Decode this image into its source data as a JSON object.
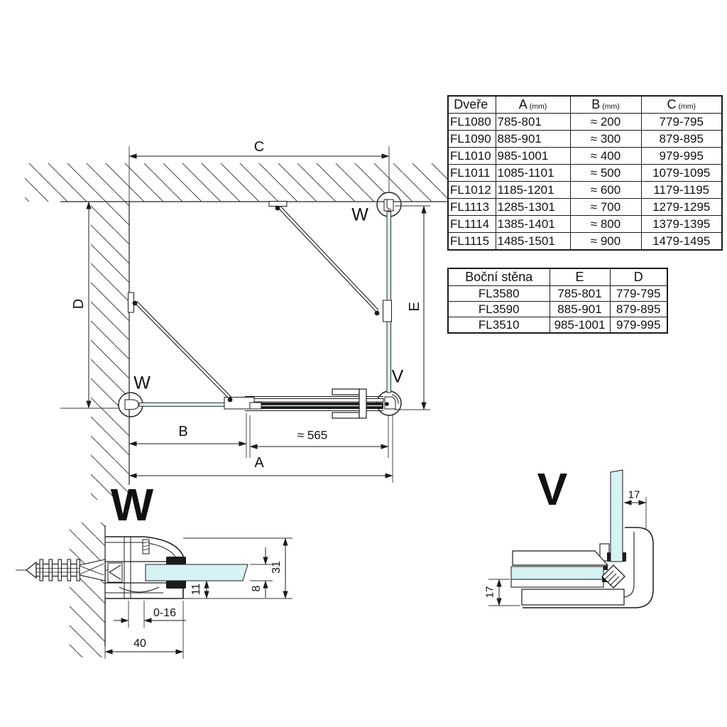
{
  "tables": {
    "doors": {
      "headers": [
        {
          "main": "Dveře",
          "sub": ""
        },
        {
          "main": "A",
          "sub": "(mm)"
        },
        {
          "main": "B",
          "sub": "(mm)"
        },
        {
          "main": "C",
          "sub": "(mm)"
        }
      ],
      "rows": [
        [
          "FL1080",
          "785-801",
          "≈ 200",
          "779-795"
        ],
        [
          "FL1090",
          "885-901",
          "≈ 300",
          "879-895"
        ],
        [
          "FL1010",
          "985-1001",
          "≈ 400",
          "979-995"
        ],
        [
          "FL1011",
          "1085-1101",
          "≈ 500",
          "1079-1095"
        ],
        [
          "FL1012",
          "1185-1201",
          "≈ 600",
          "1179-1195"
        ],
        [
          "FL1113",
          "1285-1301",
          "≈ 700",
          "1279-1295"
        ],
        [
          "FL1114",
          "1385-1401",
          "≈ 800",
          "1379-1395"
        ],
        [
          "FL1115",
          "1485-1501",
          "≈ 900",
          "1479-1495"
        ]
      ]
    },
    "side": {
      "headers": [
        "Boční stěna",
        "E",
        "D"
      ],
      "rows": [
        [
          "FL3580",
          "785-801",
          "779-795"
        ],
        [
          "FL3590",
          "885-901",
          "879-895"
        ],
        [
          "FL3510",
          "985-1001",
          "979-995"
        ]
      ]
    }
  },
  "plan": {
    "dim_c": "C",
    "dim_d": "D",
    "dim_e": "E",
    "dim_b": "B",
    "dim_a": "A",
    "dim_565": "≈ 565",
    "label_w_top": "W",
    "label_w_left": "W",
    "label_v": "V"
  },
  "detail_w": {
    "title": "W",
    "dim_31": "31",
    "dim_8": "8",
    "dim_11": "11",
    "dim_0_16": "0-16",
    "dim_40": "40"
  },
  "detail_v": {
    "title": "V",
    "dim_17_top": "17",
    "dim_17_left": "17"
  },
  "colors": {
    "glass": "#d6f2f3",
    "line": "#1b1b1b",
    "wall": "#4a4a4a"
  }
}
